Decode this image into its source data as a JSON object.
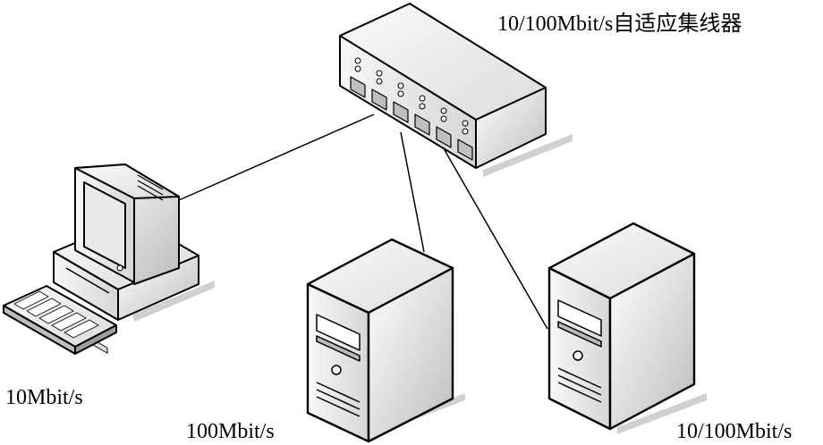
{
  "labels": {
    "hub": "10/100Mbit/s自适应集线器",
    "pc": "10Mbit/s",
    "server_middle": "100Mbit/s",
    "server_right": "10/100Mbit/s"
  },
  "colors": {
    "face_light": "#f2f2f2",
    "face_mid": "#cfcfcf",
    "face_dark": "#9a9a9a",
    "shadow": "#c8c8c8",
    "stroke": "#000000"
  },
  "icons": [
    "hub-icon",
    "pc-icon",
    "keyboard-icon",
    "server-icon"
  ]
}
